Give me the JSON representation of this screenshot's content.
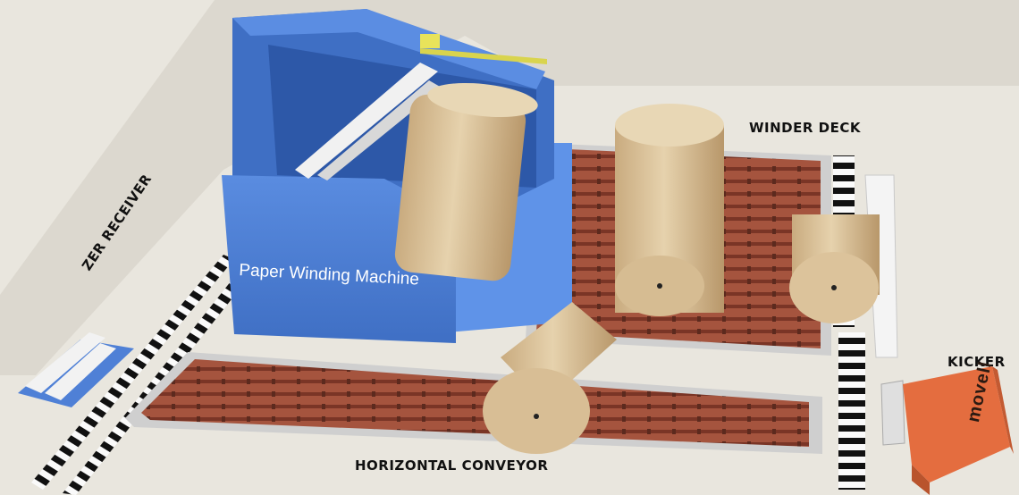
{
  "labels": {
    "winder_deck": "WINDER DECK",
    "kicker": "KICKER",
    "horizontal_conveyor": "HORIZONTAL CONVEYOR",
    "zer_receiver": "ZER RECEIVER",
    "machine": "Paper Winding Machine",
    "kicker_brand": "movell"
  },
  "colors": {
    "floor": "#e9e6de",
    "machine_blue": "#4f80d6",
    "roll_tan": "#d8c09a",
    "conveyor_red": "#a5543e",
    "kicker_orange": "#e46d3f",
    "stripe_black": "#111111"
  }
}
